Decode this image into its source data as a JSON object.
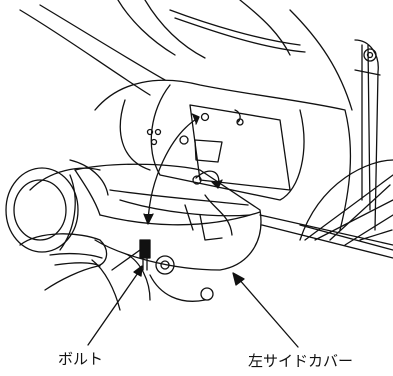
{
  "labels": {
    "bolt": "ボルト",
    "left_side_cover": "左サイドカバー"
  },
  "icons": [
    "bolt-callout-arrow",
    "cover-callout-arrow",
    "removal-motion-arrow"
  ],
  "colors": {
    "ink": "#111111",
    "background": "#ffffff"
  }
}
